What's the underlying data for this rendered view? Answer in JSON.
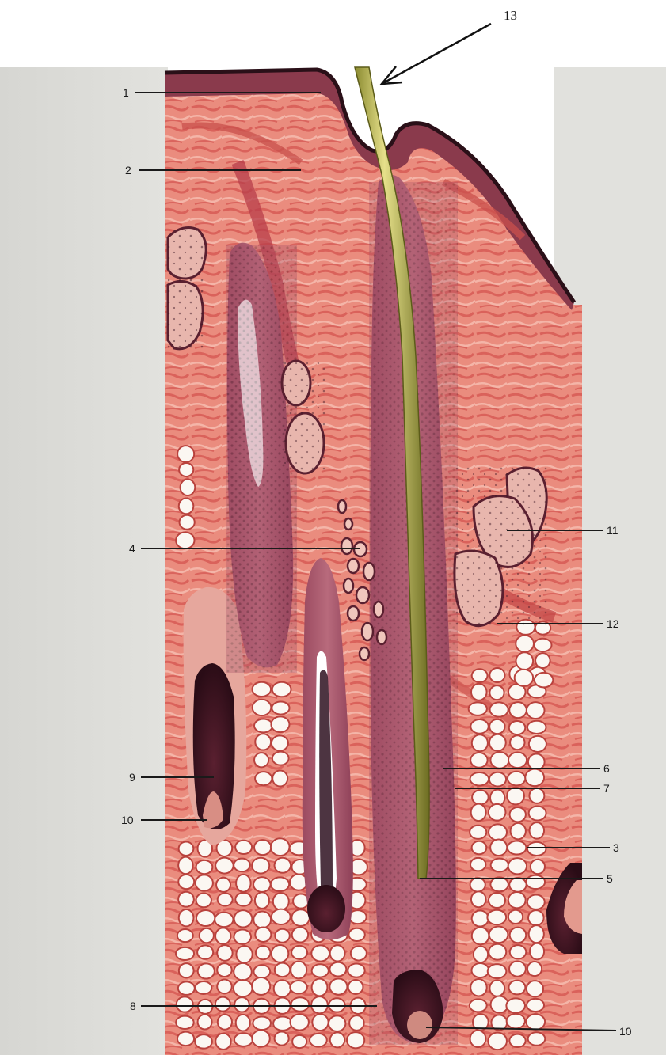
{
  "image": {
    "description_kind": "histology illustration of hair follicles in skin cross-section",
    "colors": {
      "background_left": "#dcdcd8",
      "background_right": "#e4e4e0",
      "dermis": "#e98a7c",
      "dermis_dark": "#d45b55",
      "epidermis": "#7a3040",
      "epidermis_edge": "#2a1018",
      "fat_cell": "#fbf7f2",
      "fat_outline": "#b9423d",
      "hair_shaft": "#c9c46a",
      "hair_shaft_edge": "#6a6a20",
      "follicle_sheath": "#a8566a",
      "bulb_dark": "#3b1522",
      "gland": "#e8b6ad",
      "gland_outline": "#5a2030"
    }
  },
  "labels": {
    "l1": "1",
    "l2": "2",
    "l3": "3",
    "l4": "4",
    "l5": "5",
    "l6": "6",
    "l7": "7",
    "l8": "8",
    "l9": "9",
    "l10a": "10",
    "l10b": "10",
    "l11": "11",
    "l12": "12",
    "l13": "13"
  }
}
